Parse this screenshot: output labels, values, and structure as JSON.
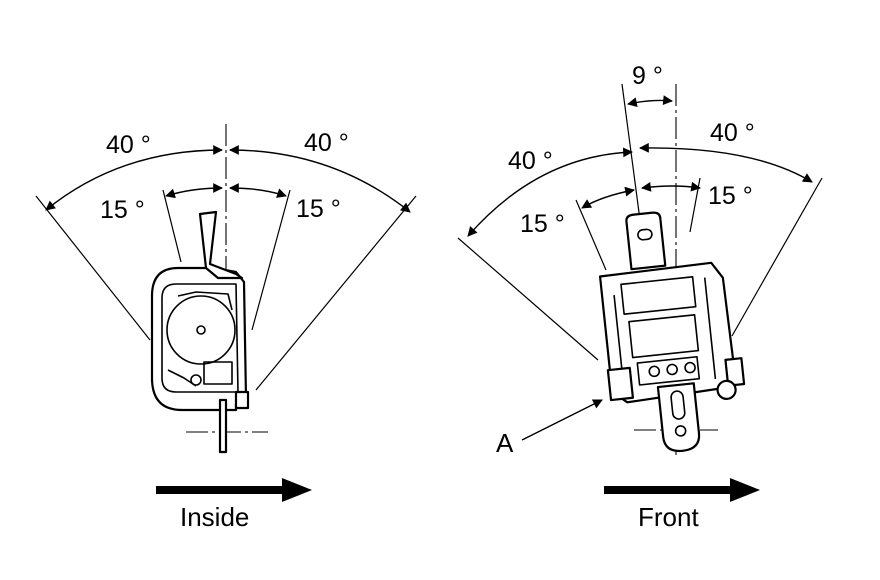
{
  "left_view": {
    "angle_outer_left": "40 °",
    "angle_outer_right": "40 °",
    "angle_inner_left": "15 °",
    "angle_inner_right": "15 °",
    "direction_label": "Inside"
  },
  "right_view": {
    "angle_top": "9 °",
    "angle_outer_left": "40 °",
    "angle_outer_right": "40 °",
    "angle_inner_left": "15 °",
    "angle_inner_right": "15 °",
    "pointer_label": "A",
    "direction_label": "Front"
  }
}
